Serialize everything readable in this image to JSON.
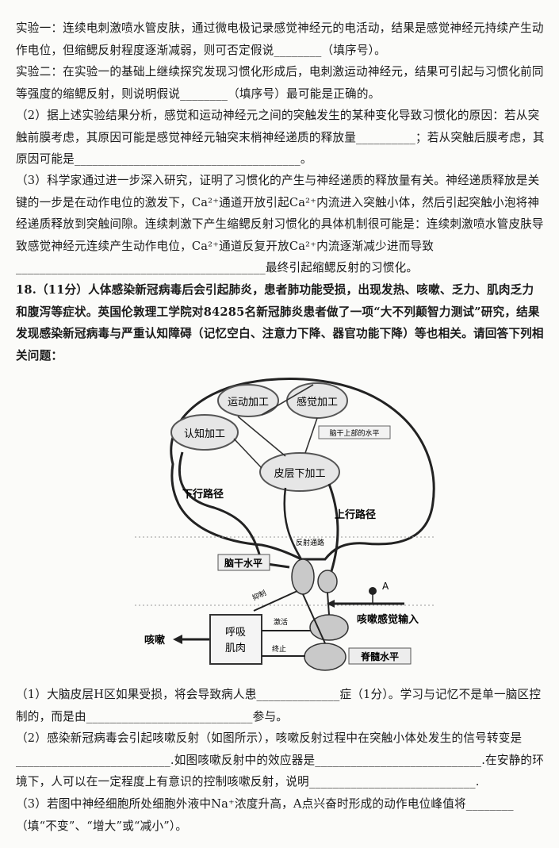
{
  "paragraphs": [
    "实验一：连续电刺激喷水管皮肤，通过微电极记录感觉神经元的电活动，结果是感觉神经元持续产生动作电位，但缩鳃反射程度逐渐减弱，则可否定假说________（填序号）。",
    "实验二：在实验一的基础上继续探究发现习惯化形成后，电刺激运动神经元，结果可引起与习惯化前同等强度的缩鳃反射，则说明假说________（填序号）最可能是正确的。",
    "（2）据上述实验结果分析，感觉和运动神经元之间的突触发生的某种变化导致习惯化的原因：若从突触前膜考虑，其原因可能是感觉神经元轴突末梢神经递质的释放量__________；若从突触后膜考虑，其原因可能是______________________________________。",
    "（3）科学家通过进一步深入研究，证明了习惯化的产生与神经递质的释放量有关。神经递质释放是关键的一步是在动作电位的激发下，Ca²⁺通道开放引起Ca²⁺内流进入突触小体，然后引起突触小泡将神经递质释放到突触间隙。连续刺激下产生缩鳃反射习惯化的具体机制很可能是：连续刺激喷水管皮肤导致感觉神经元连续产生动作电位，Ca²⁺通道反复开放Ca²⁺内流逐渐减少进而导致__________________________________________最终引起缩鳃反射的习惯化。",
    "18.（11分）人体感染新冠病毒后会引起肺炎，患者肺功能受损，出现发热、咳嗽、乏力、肌肉乏力和腹泻等症状。英国伦敦理工学院对84285名新冠肺炎患者做了一项“大不列颠智力测试”研究，结果发现感染新冠病毒与严重认知障碍（记忆空白、注意力下降、器官功能下降）等也相关。请回答下列相关问题：",
    "（1）大脑皮层H区如果受损，将会导致病人患______________症（1分）。学习与记忆不是单一脑区控制的，而是由____________________________参与。",
    "（2）感染新冠病毒会引起咳嗽反射（如图所示），咳嗽反射过程中在突触小体处发生的信号转变是__________________________.如图咳嗽反射中的效应器是____________________________.在安静的环境下，人可以在一定程度上有意识的控制咳嗽反射，说明____________________________.",
    "（3）若图中神经细胞所处细胞外液中Na⁺浓度升高，A点兴奋时形成的动作电位峰值将________（填“不变”、“增大”或“减小”）。"
  ],
  "figure": {
    "labels": {
      "motor": "运动加工",
      "sensory": "感觉加工",
      "cognitive": "认知加工",
      "above_brainstem": "脑干上部的水平",
      "subcortical": "皮层下加工",
      "descending": "下行路径",
      "ascending": "上行路径",
      "reflex_path": "反射通路",
      "brainstem_level": "脑干水平",
      "point_a": "A",
      "inhibit": "抑制",
      "activate": "激活",
      "terminate": "终止",
      "cough_input": "咳嗽感觉输入",
      "cough": "咳嗽",
      "resp_line1": "呼吸",
      "resp_line2": "肌肉",
      "spinal_level": "脊髓水平"
    }
  }
}
